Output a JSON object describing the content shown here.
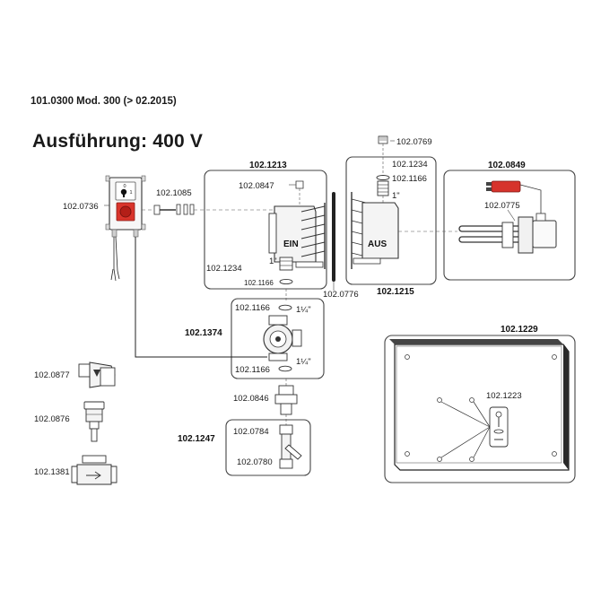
{
  "header": {
    "model_ref": "101.0300 Mod. 300 (> 02.2015)"
  },
  "title": "Ausführung: 400 V",
  "assemblies": {
    "a_102_1213": "102.1213",
    "a_102_1215": "102.1215",
    "a_102_0849": "102.0849",
    "a_102_1374": "102.1374",
    "a_102_1247": "102.1247",
    "a_102_1229": "102.1229"
  },
  "parts": {
    "p_102_0736": "102.0736",
    "p_102_1085": "102.1085",
    "p_102_0847": "102.0847",
    "p_102_1234_a": "102.1234",
    "p_102_1166_a": "102.1166",
    "p_102_0776": "102.0776",
    "p_102_0769": "102.0769",
    "p_102_1234_b": "102.1234",
    "p_102_1166_b": "102.1166",
    "p_102_0775": "102.0775",
    "p_102_1166_c": "102.1166",
    "p_102_1166_d": "102.1166",
    "p_102_0846": "102.0846",
    "p_102_0784": "102.0784",
    "p_102_0780": "102.0780",
    "p_102_0877": "102.0877",
    "p_102_0876": "102.0876",
    "p_102_1381": "102.1381",
    "p_102_1223": "102.1223"
  },
  "callouts": {
    "thread_1in_a": "1\"",
    "thread_1in_b": "1\"",
    "thread_114_a": "1¼\"",
    "thread_114_b": "1¼\"",
    "ein": "EIN",
    "aus": "AUS",
    "switch_0": "0",
    "switch_1": "1"
  }
}
